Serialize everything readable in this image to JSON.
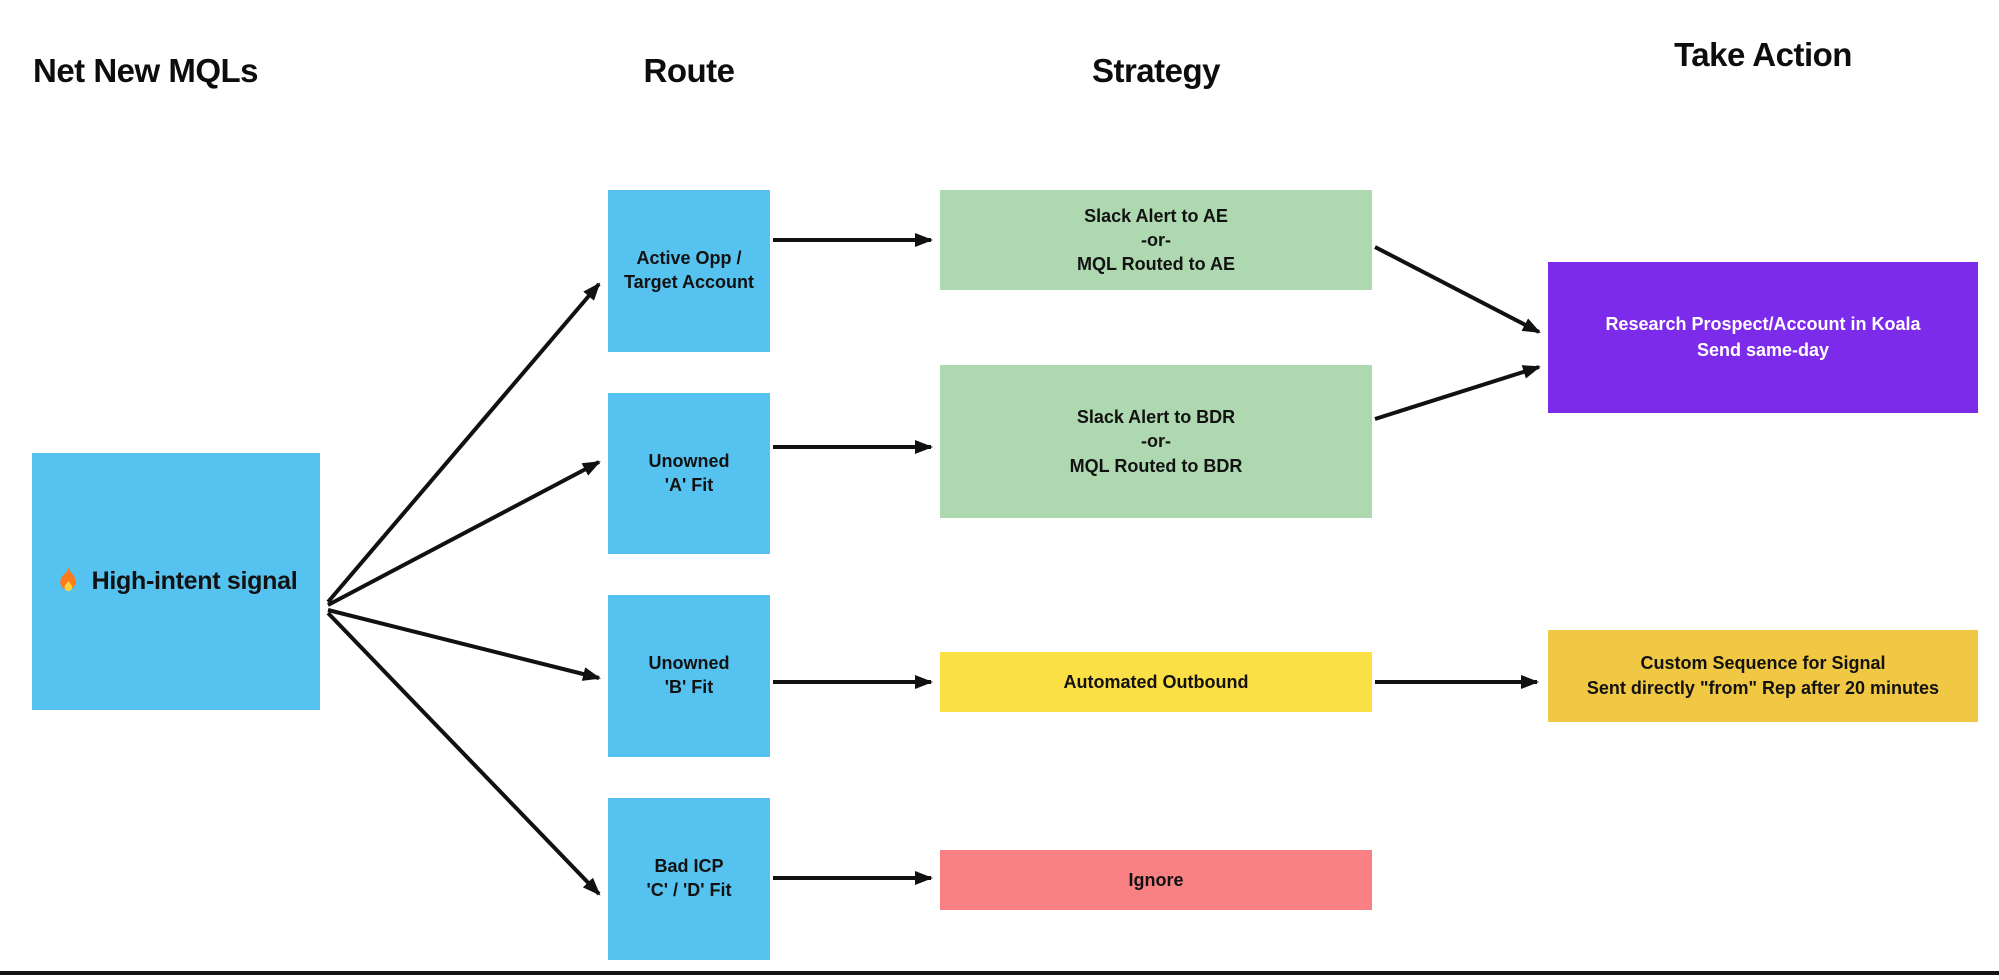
{
  "headers": {
    "mqls": "Net New MQLs",
    "route": "Route",
    "strategy": "Strategy",
    "action": "Take Action"
  },
  "palette": {
    "blue": "#55C2F0",
    "green": "#AED9B0",
    "yellow": "#FBE045",
    "red": "#F98184",
    "purple": "#7C2BEA",
    "gold": "#F0C844",
    "arrow": "#111111",
    "text_dark": "#121212",
    "text_light": "#FFFFFF"
  },
  "signal": {
    "icon": "fire-icon",
    "label": "High-intent signal"
  },
  "route": {
    "nodes": [
      {
        "label": "Active Opp /\nTarget Account"
      },
      {
        "label": "Unowned\n'A' Fit"
      },
      {
        "label": "Unowned\n'B' Fit"
      },
      {
        "label": "Bad ICP\n'C' / 'D' Fit"
      }
    ]
  },
  "strategy": {
    "nodes": [
      {
        "label": "Slack Alert to AE\n-or-\nMQL Routed to AE"
      },
      {
        "label": "Slack Alert to BDR\n-or-\nMQL Routed to BDR"
      },
      {
        "label": "Automated Outbound"
      },
      {
        "label": "Ignore"
      }
    ]
  },
  "action": {
    "nodes": [
      {
        "label": "Research Prospect/Account in Koala\nSend same-day"
      },
      {
        "label": "Custom Sequence for Signal\nSent directly \"from\" Rep after 20 minutes"
      }
    ]
  }
}
